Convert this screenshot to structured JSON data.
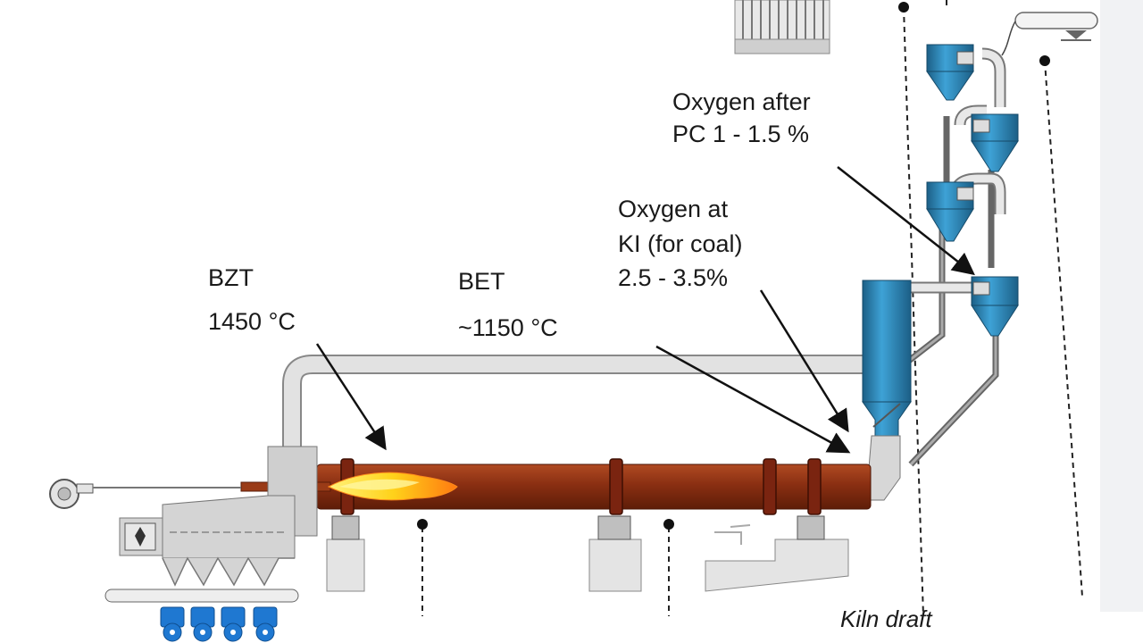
{
  "labels": {
    "oxygen_after_pc_line1": "Oxygen after",
    "oxygen_after_pc_line2": "PC 1 - 1.5 %",
    "oxygen_at_ki_line1": "Oxygen at",
    "oxygen_at_ki_line2": "KI (for coal)",
    "oxygen_at_ki_line3": "2.5 - 3.5%",
    "bzt_label": "BZT",
    "bzt_value": "1450 °C",
    "bet_label": "BET",
    "bet_value": "~1150 °C",
    "kiln_draft": "Kiln draft"
  },
  "colors": {
    "kiln_shell": "#8a2f12",
    "kiln_shell_dark": "#5e1d08",
    "cyclone_blue": "#2f8fc2",
    "cyclone_dark": "#1c5f86",
    "duct_gray": "#d9d9d9",
    "cooler_gray": "#cfcfcf",
    "flame_yellow": "#ffd21a",
    "flame_orange": "#ff8a1a",
    "fan_blue": "#1f78d1"
  },
  "icons": [
    "fan-icon",
    "flame-icon",
    "cyclone-icon",
    "fan-icon-small",
    "control-box-icon"
  ]
}
